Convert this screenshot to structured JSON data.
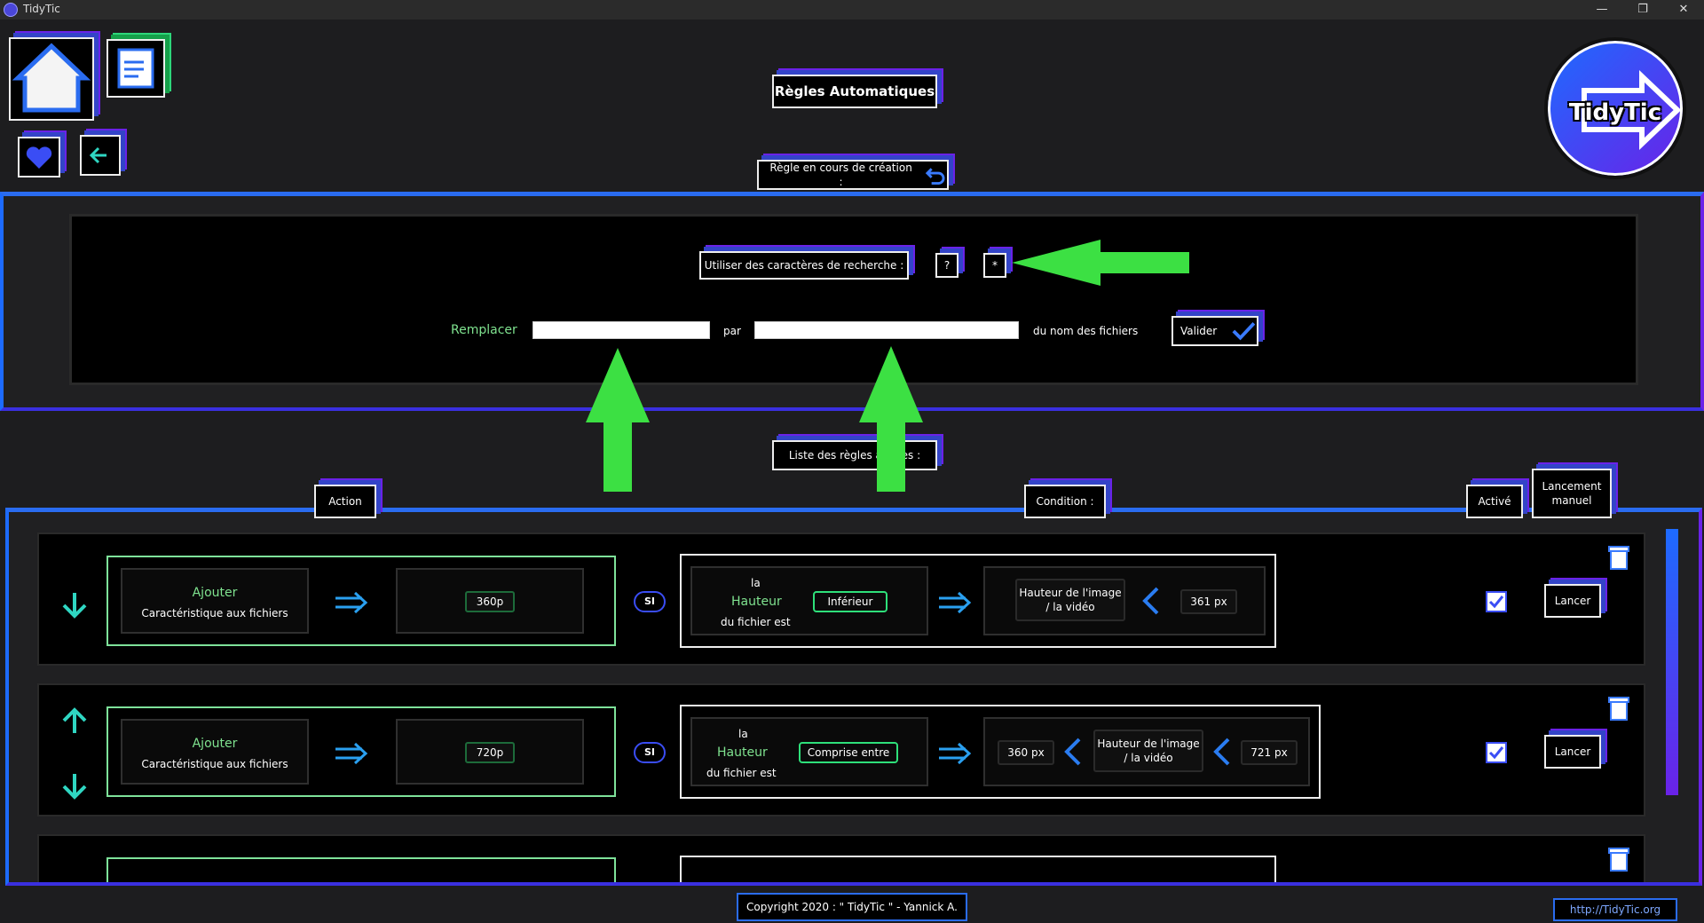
{
  "window": {
    "title": "TidyTic",
    "minimize": "—",
    "restore": "❐",
    "close": "✕"
  },
  "nav": {
    "home_icon": "home-icon",
    "edit_icon": "edit-icon",
    "favorite_icon": "heart-icon",
    "back_icon": "back-arrow-icon"
  },
  "header": {
    "title": "Règles Automatiques",
    "logo_text": "TidyTic"
  },
  "creation": {
    "label": "Règle en cours de création :",
    "wildcard_label": "Utiliser des caractères de recherche :",
    "wildcard_question": "?",
    "wildcard_star": "*",
    "replace_label": "Remplacer",
    "by_label": "par",
    "suffix_label": "du nom des fichiers",
    "replace_value": "",
    "by_value": "",
    "validate_label": "Valider"
  },
  "list": {
    "label": "Liste des règles actives :",
    "col_action": "Action",
    "col_condition": "Condition :",
    "col_active": "Activé",
    "col_manual": "Lancement manuel",
    "rules": [
      {
        "action_verb": "Ajouter",
        "action_desc": "Caractéristique aux fichiers",
        "value": "360p",
        "si": "SI",
        "cond_pre": "la",
        "cond_attr": "Hauteur",
        "cond_post": "du fichier est",
        "operator": "Inférieur",
        "target": "Hauteur de l'image / la vidéo",
        "limit": "361 px",
        "active": true,
        "run_label": "Lancer"
      },
      {
        "action_verb": "Ajouter",
        "action_desc": "Caractéristique aux fichiers",
        "value": "720p",
        "si": "SI",
        "cond_pre": "la",
        "cond_attr": "Hauteur",
        "cond_post": "du fichier est",
        "operator": "Comprise entre",
        "low": "360 px",
        "target": "Hauteur de l'image / la vidéo",
        "limit": "721 px",
        "active": true,
        "run_label": "Lancer"
      }
    ]
  },
  "footer": {
    "copyright": "Copyright 2020 : \" TidyTic \" - Yannick A.",
    "link": "http://TidyTic.org"
  },
  "colors": {
    "accent_blue": "#1d6bff",
    "accent_purple": "#6a22e8",
    "green": "#2ee07a",
    "annotation_green": "#3ce043"
  }
}
